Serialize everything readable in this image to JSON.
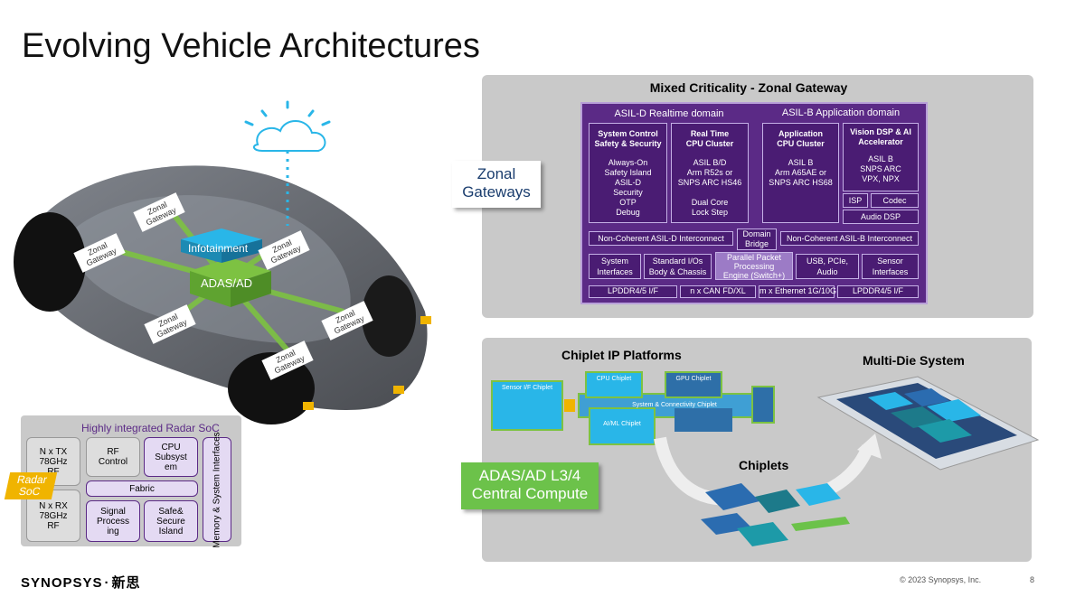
{
  "title": "Evolving Vehicle Architectures",
  "car": {
    "infotainment": "Infotainment",
    "adas": "ADAS/AD",
    "zonal_tags": [
      "Zonal Gateway",
      "Zonal Gateway",
      "Zonal Gateway",
      "Zonal Gateway",
      "Zonal Gateway",
      "Zonal Gateway"
    ]
  },
  "zonal_flag": [
    "Zonal",
    "Gateways"
  ],
  "zonal_panel": {
    "title": "Mixed Criticality - Zonal Gateway",
    "asil_d_domain": "ASIL-D Realtime domain",
    "asil_b_domain": "ASIL-B Application domain",
    "boxes": [
      {
        "head": [
          "System Control",
          "Safety & Security"
        ],
        "body": [
          "Always-On",
          "Safety Island",
          "ASIL-D",
          "Security",
          "OTP",
          "Debug"
        ]
      },
      {
        "head": [
          "Real Time",
          "CPU Cluster"
        ],
        "body": [
          "ASIL B/D",
          "Arm R52s or",
          "SNPS ARC HS46",
          "",
          "Dual Core",
          "Lock Step"
        ]
      },
      {
        "head": [
          "Application",
          "CPU Cluster"
        ],
        "body": [
          "ASIL B",
          "Arm A65AE or",
          "SNPS ARC HS68"
        ]
      },
      {
        "head": [
          "Vision DSP & AI",
          "Accelerator"
        ],
        "body": [
          "ASIL B",
          "SNPS ARC",
          "VPX, NPX"
        ]
      }
    ],
    "isp": "ISP",
    "codec": "Codec",
    "audio_dsp": "Audio DSP",
    "noncoherent_d": "Non-Coherent ASIL-D Interconnect",
    "domain_bridge": [
      "Domain",
      "Bridge"
    ],
    "noncoherent_b": "Non-Coherent ASIL-B Interconnect",
    "row3": [
      [
        "System",
        "Interfaces"
      ],
      [
        "Standard I/Os",
        "Body & Chassis"
      ],
      [
        "Parallel Packet",
        "Processing",
        "Engine (Switch+)"
      ],
      [
        "USB, PCIe,",
        "Audio"
      ],
      [
        "Sensor",
        "Interfaces"
      ]
    ],
    "row4": [
      "LPDDR4/5 I/F",
      "n x CAN FD/XL",
      "m x Ethernet 1G/10G",
      "LPDDR4/5 I/F"
    ]
  },
  "chiplet_panel": {
    "chiplet_ip": "Chiplet IP Platforms",
    "multi_die": "Multi-Die System",
    "chiplets": "Chiplets",
    "adas_flag": [
      "ADAS/AD L3/4",
      "Central Compute"
    ],
    "chip_labels": {
      "cpu": "CPU Chiplet",
      "gpu": "GPU Chiplet",
      "sensor": "Sensor I/F Chiplet",
      "sys": "System & Connectivity Chiplet",
      "aiml": "AI/ML Chiplet"
    }
  },
  "radar": {
    "title": "Highly integrated Radar SoC",
    "tx": [
      "N x TX",
      "78GHz",
      "RF"
    ],
    "rx": [
      "N x RX",
      "78GHz",
      "RF"
    ],
    "rf_control": [
      "RF",
      "Control"
    ],
    "cpu": [
      "CPU",
      "Subsyst",
      "em"
    ],
    "fabric": "Fabric",
    "signal": [
      "Signal",
      "Process",
      "ing"
    ],
    "safe": [
      "Safe&",
      "Secure",
      "Island"
    ],
    "memory": "Memory & System Interfaces",
    "flag": [
      "Radar",
      "SoC"
    ]
  },
  "footer": {
    "brand": "SYNOPSYS",
    "brand_cn": "新思",
    "copyright": "© 2023 Synopsys, Inc.",
    "page": "8"
  },
  "colors": {
    "purple": "#4a1c73",
    "green": "#6cc24a",
    "cyan": "#29b6e8",
    "panel": "#c9c9c9"
  }
}
